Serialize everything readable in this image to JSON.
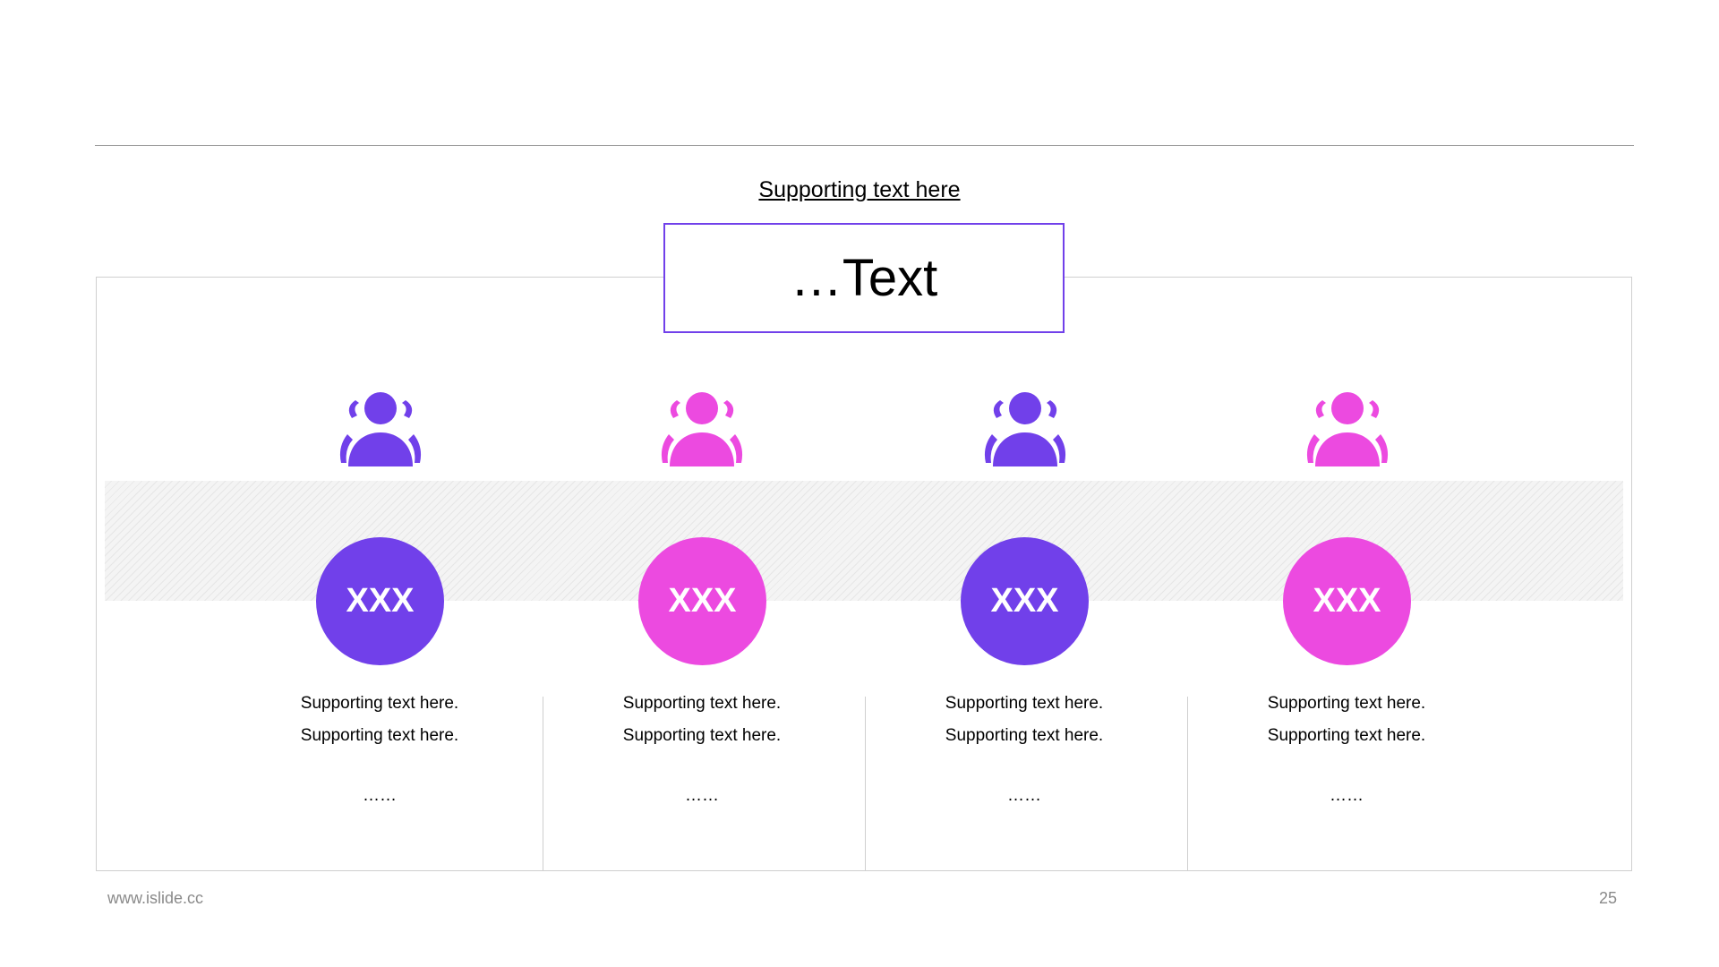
{
  "header": {
    "supporting_link": "Supporting text here",
    "title": "…Text"
  },
  "colors": {
    "accent_purple": "#7140ea",
    "accent_pink": "#ec4ae0"
  },
  "columns": [
    {
      "label": "XXX",
      "line1": "Supporting  text here.",
      "line2": "Supporting  text here.",
      "ellipsis": "……",
      "color": "#7140ea",
      "icon": "user-group-icon"
    },
    {
      "label": "XXX",
      "line1": "Supporting  text here.",
      "line2": "Supporting  text here.",
      "ellipsis": "……",
      "color": "#ec4ae0",
      "icon": "user-group-icon"
    },
    {
      "label": "XXX",
      "line1": "Supporting  text here.",
      "line2": "Supporting  text here.",
      "ellipsis": "……",
      "color": "#7140ea",
      "icon": "user-group-icon"
    },
    {
      "label": "XXX",
      "line1": "Supporting  text here.",
      "line2": "Supporting  text here.",
      "ellipsis": "……",
      "color": "#ec4ae0",
      "icon": "user-group-icon"
    }
  ],
  "footer": {
    "url": "www.islide.cc",
    "page_number": "25"
  }
}
